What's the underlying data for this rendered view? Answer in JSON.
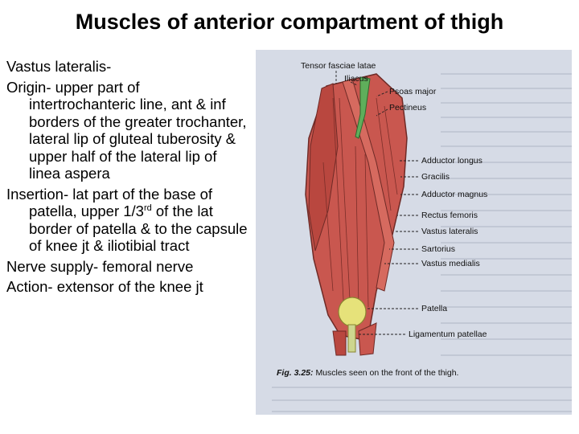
{
  "title": "Muscles of anterior compartment of thigh",
  "body": {
    "heading": "Vastus lateralis-",
    "origin": "Origin- upper part of intertrochanteric line, ant & inf borders of the greater trochanter, lateral lip of gluteal tuberosity & upper half of the lateral lip of linea aspera",
    "insertion_before": "Insertion- lat part of the base of patella, upper 1/3",
    "insertion_sup": "rd",
    "insertion_after": " of the lat border of patella & to the capsule of knee jt & iliotibial tract",
    "nerve": "Nerve supply- femoral nerve",
    "action": "Action- extensor of the knee jt"
  },
  "figure": {
    "labels": {
      "tensor": "Tensor fasciae latae",
      "iliacus": "Iliacus",
      "psoas": "Psoas major",
      "pectineus": "Pectineus",
      "adductor_longus": "Adductor longus",
      "gracilis": "Gracilis",
      "adductor_magnus": "Adductor magnus",
      "rectus": "Rectus femoris",
      "vastus_lat": "Vastus lateralis",
      "sartorius": "Sartorius",
      "vastus_med": "Vastus medialis",
      "patella": "Patella",
      "ligamentum": "Ligamentum patellae"
    },
    "caption_num": "Fig. 3.25:",
    "caption_text": "Muscles seen on the front of the thigh."
  }
}
